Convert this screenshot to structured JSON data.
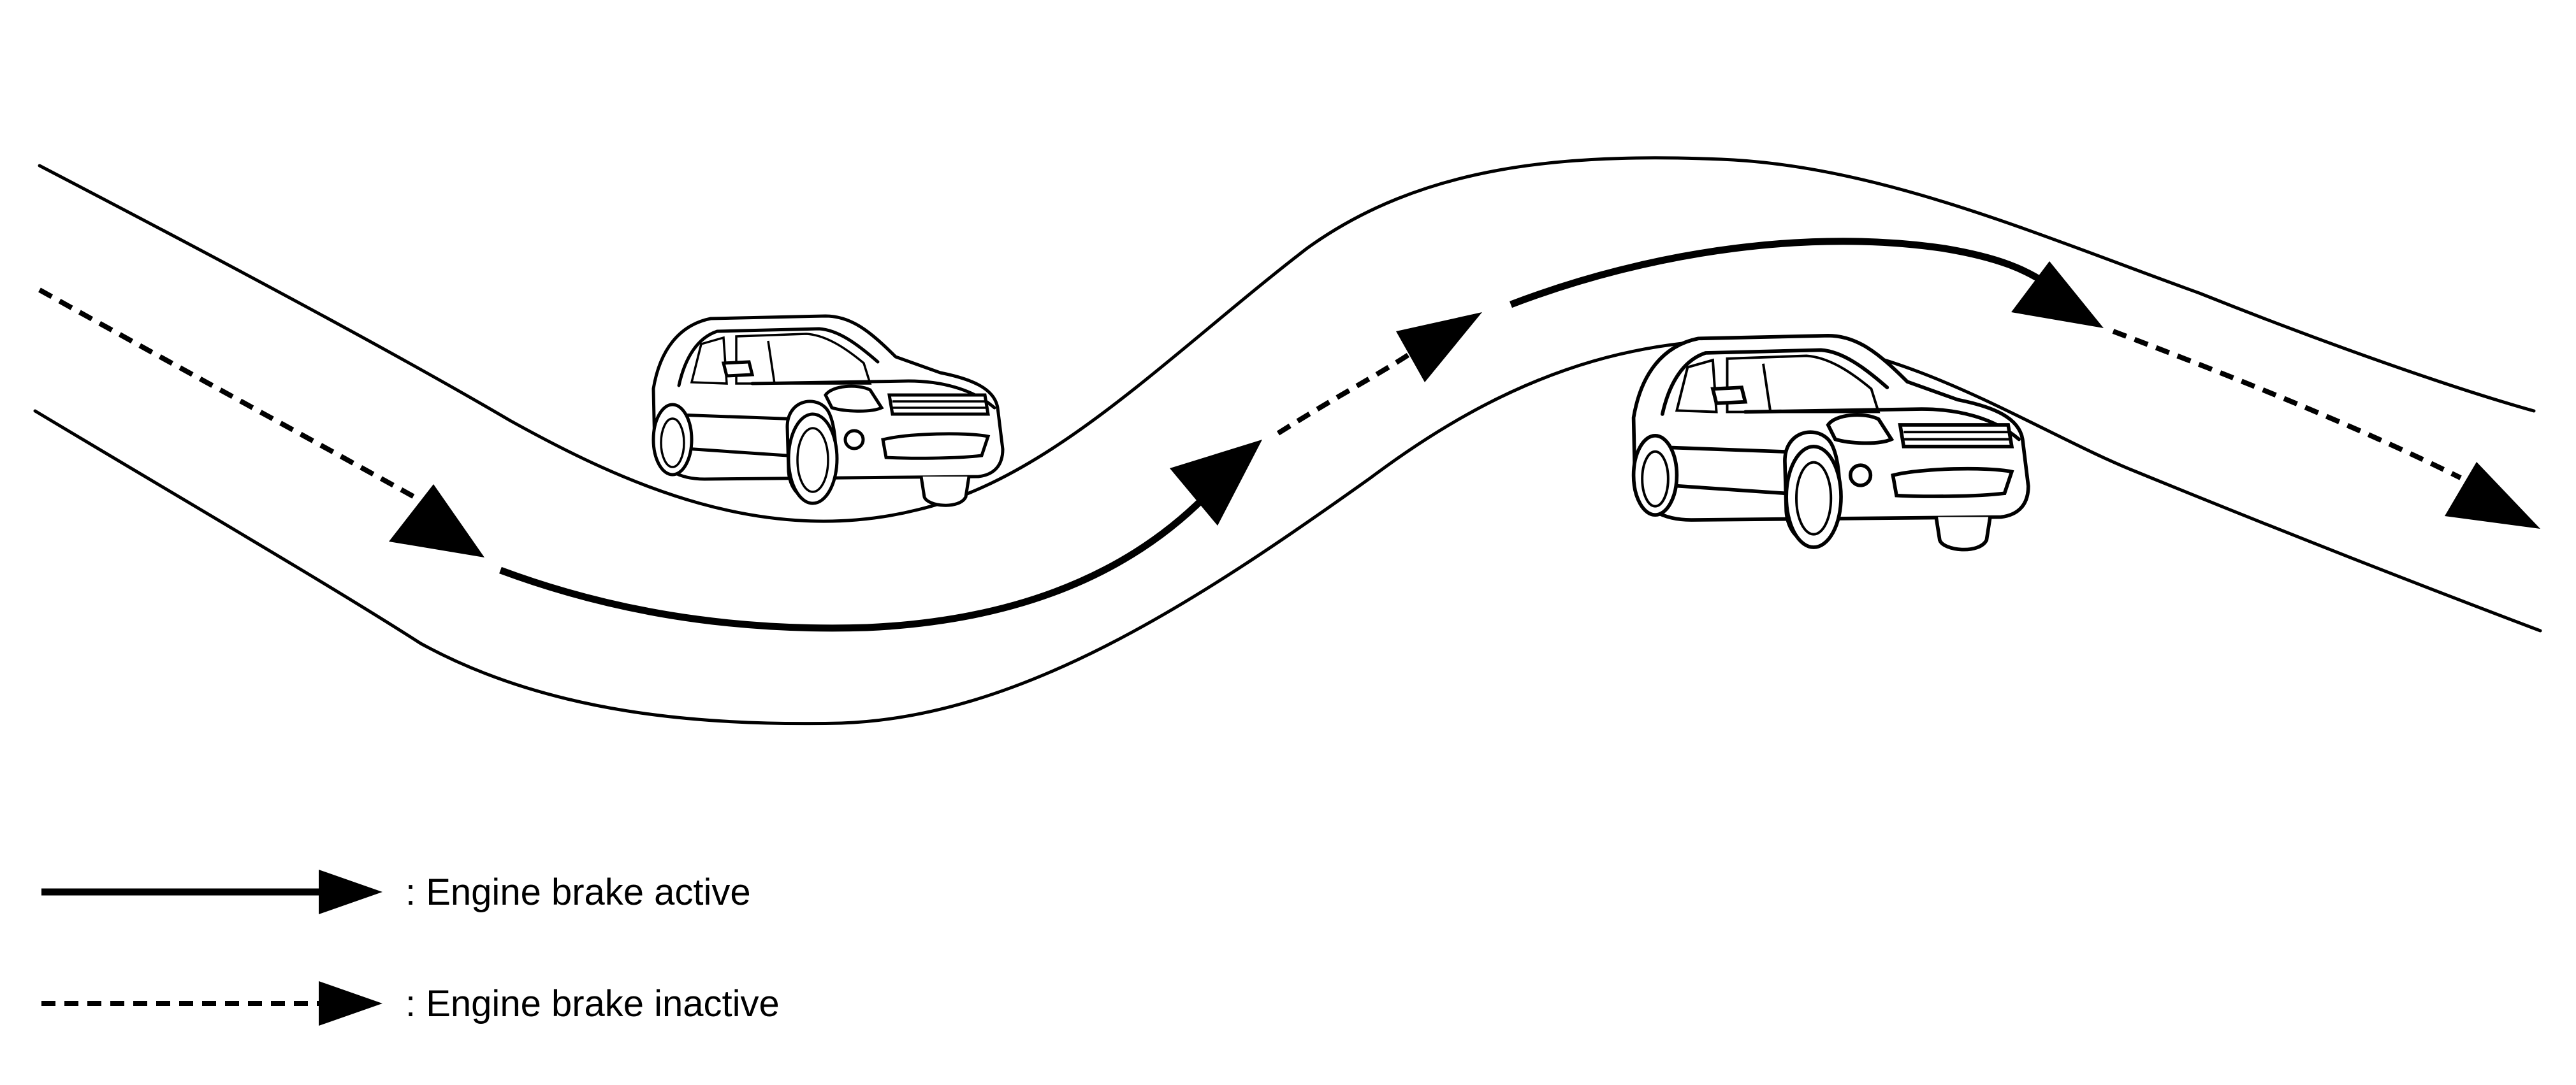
{
  "diagram": {
    "legend": [
      {
        "symbol": "solid-arrow",
        "label": ": Engine brake active"
      },
      {
        "symbol": "dashed-arrow",
        "label": ": Engine brake inactive"
      }
    ],
    "colors": {
      "ink": "#000000",
      "background": "#ffffff"
    }
  }
}
